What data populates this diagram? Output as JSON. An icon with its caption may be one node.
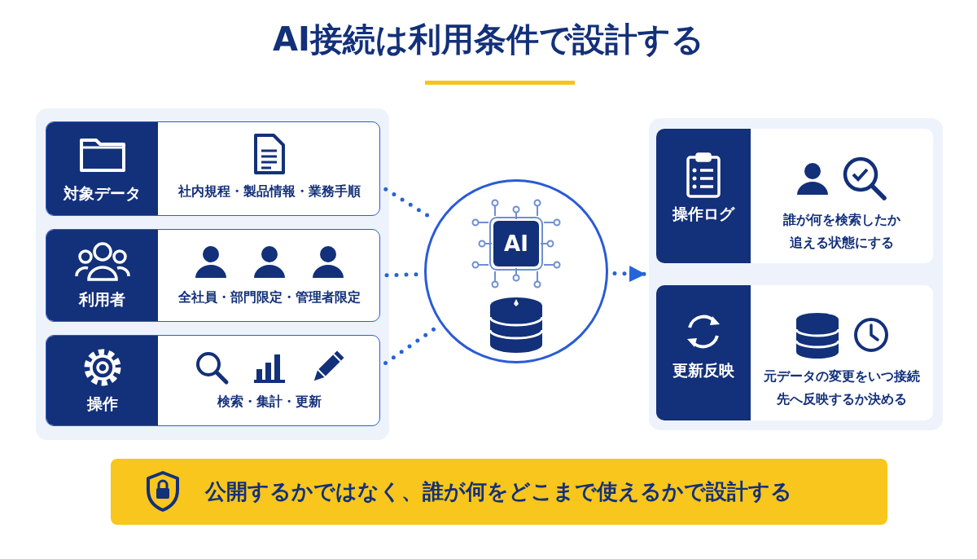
{
  "diagram": {
    "title": "AI接続は利用条件で設計する",
    "nodes": [
      {
        "text": [],
        "shape": "box"
      },
      {
        "text": [
          "対象データ",
          "社内規程・製品情報・業務手順"
        ],
        "in": 0
      },
      {
        "text": [
          "利用者",
          "全社員・部門限定・管理者限定"
        ],
        "in": 0
      },
      {
        "text": [
          "操作",
          "検索・集計・更新"
        ],
        "in": 0
      },
      {
        "text": [
          "AI"
        ]
      },
      {
        "text": [],
        "shape": "box"
      },
      {
        "text": [
          "操作ログ",
          "誰が何を検索したか追える状態にする"
        ],
        "in": 5
      },
      {
        "text": [
          "更新反映",
          "元データの変更をいつ接続先へ反映するか決める"
        ],
        "in": 5
      },
      {
        "text": [
          "公開するかではなく、誰が何をどこまで使えるかで設計する"
        ]
      }
    ],
    "edges": [
      {
        "from": 1,
        "to": 4,
        "arrow": "none"
      },
      {
        "from": 2,
        "to": 4,
        "arrow": "none"
      },
      {
        "from": 3,
        "to": 4,
        "arrow": "none"
      },
      {
        "from": 4,
        "to": 5,
        "arrow": "to"
      }
    ]
  }
}
